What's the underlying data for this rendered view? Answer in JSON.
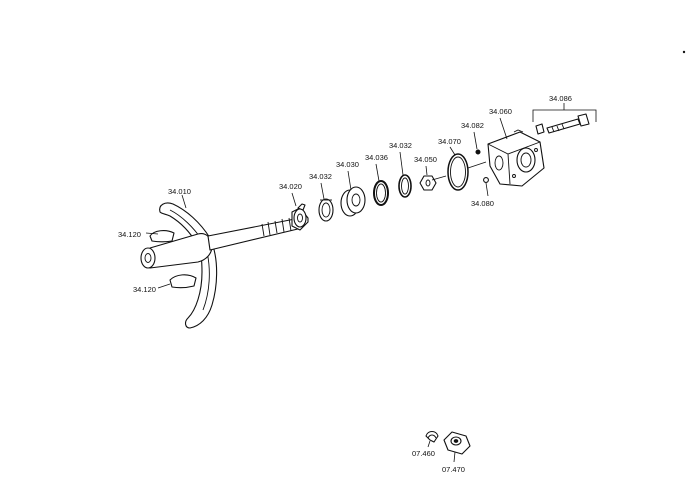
{
  "labels": {
    "p34010": "34.010",
    "p34120a": "34.120",
    "p34120b": "34.120",
    "p34020": "34.020",
    "p34032a": "34.032",
    "p34030": "34.030",
    "p34036": "34.036",
    "p34032b": "34.032",
    "p34050": "34.050",
    "p34070": "34.070",
    "p34082": "34.082",
    "p34060": "34.060",
    "p34086": "34.086",
    "p34080": "34.080",
    "p07460": "07.460",
    "p07470": "07.470"
  },
  "colors": {
    "line": "#111111",
    "background": "#ffffff"
  }
}
